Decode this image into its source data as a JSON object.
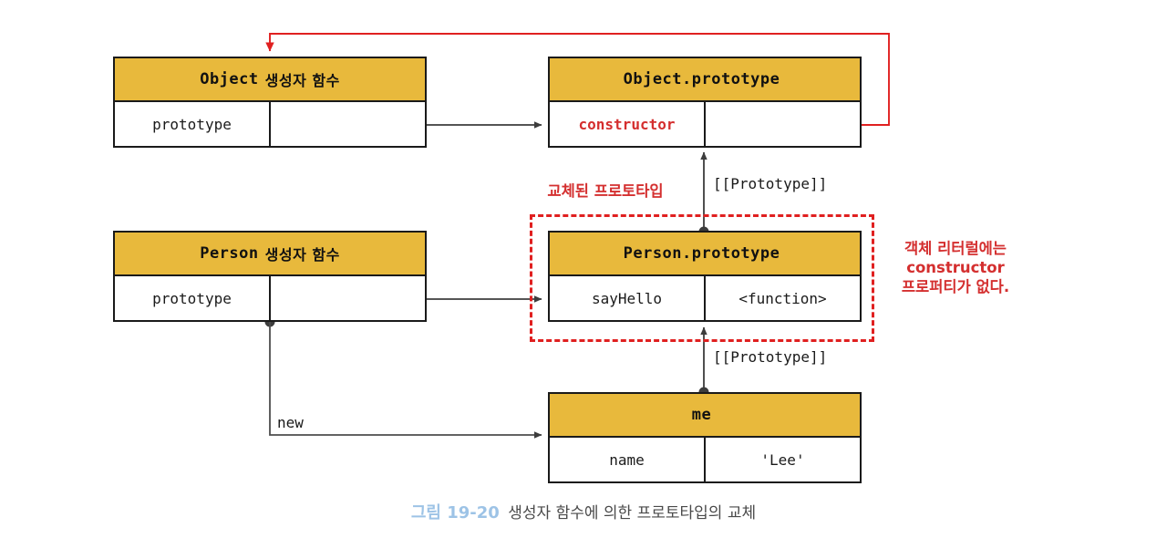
{
  "diagram": {
    "title_caption": {
      "figure_number": "그림 19-20",
      "text": "생성자 함수에 의한 프로토타입의 교체"
    },
    "boxes": [
      {
        "id": "object-constructor",
        "header_mono": "Object",
        "header_kor": "생성자 함수",
        "rows": [
          {
            "key": "prototype",
            "value": ""
          }
        ]
      },
      {
        "id": "object-prototype",
        "header_mono": "Object.prototype",
        "header_kor": "",
        "rows": [
          {
            "key": "constructor",
            "value": ""
          }
        ]
      },
      {
        "id": "person-constructor",
        "header_mono": "Person",
        "header_kor": "생성자 함수",
        "rows": [
          {
            "key": "prototype",
            "value": ""
          }
        ]
      },
      {
        "id": "person-prototype",
        "header_mono": "Person.prototype",
        "header_kor": "",
        "rows": [
          {
            "key": "sayHello",
            "value": "<function>"
          }
        ]
      },
      {
        "id": "me-object",
        "header_mono": "me",
        "header_kor": "",
        "rows": [
          {
            "key": "name",
            "value": "'Lee'"
          }
        ]
      }
    ],
    "labels": {
      "prototype_link_upper": "[[Prototype]]",
      "prototype_link_lower": "[[Prototype]]",
      "new_operator": "new",
      "replaced_prototype": "교체된 프로토타입",
      "no_constructor_line1": "객체 리터럴에는",
      "no_constructor_line2": "constructor",
      "no_constructor_line3": "프로퍼티가 없다."
    },
    "colors": {
      "header_fill": "#e8b93c",
      "box_stroke": "#1a1a1a",
      "accent_red": "#d42f2f",
      "dash_red": "#e02020",
      "caption_blue": "#9dc3e6",
      "wire_gray": "#4d4d4d"
    }
  }
}
